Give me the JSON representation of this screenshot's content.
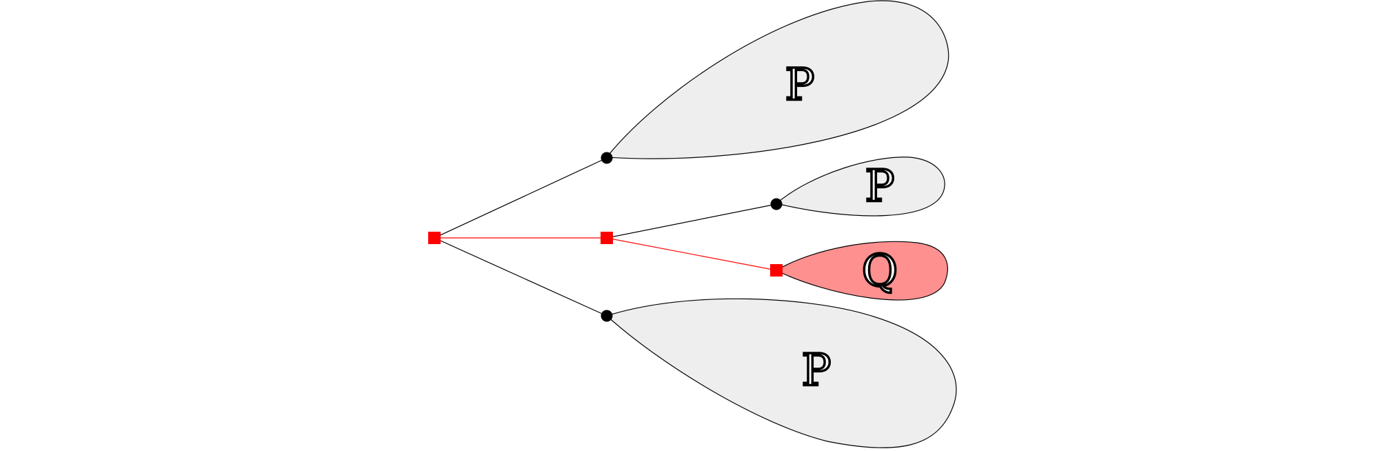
{
  "colors": {
    "background": "#ffffff",
    "edge_default": "#000000",
    "edge_highlight": "#ff0000",
    "leaf_default_fill": "#eeeeee",
    "leaf_highlight_fill": "#ff9090",
    "node_default": "#000000",
    "node_highlight": "#ff0000"
  },
  "leaves": [
    {
      "label": "P",
      "highlighted": false
    },
    {
      "label": "P",
      "highlighted": false
    },
    {
      "label": "Q",
      "highlighted": true
    },
    {
      "label": "P",
      "highlighted": false
    }
  ],
  "nodes": {
    "root": {
      "shape": "square",
      "highlighted": true
    },
    "upper_branch": {
      "shape": "circle",
      "highlighted": false
    },
    "middle_branch": {
      "shape": "square",
      "highlighted": true
    },
    "lower_branch": {
      "shape": "circle",
      "highlighted": false
    },
    "inner_upper": {
      "shape": "circle",
      "highlighted": false
    },
    "inner_lower": {
      "shape": "square",
      "highlighted": true
    }
  }
}
